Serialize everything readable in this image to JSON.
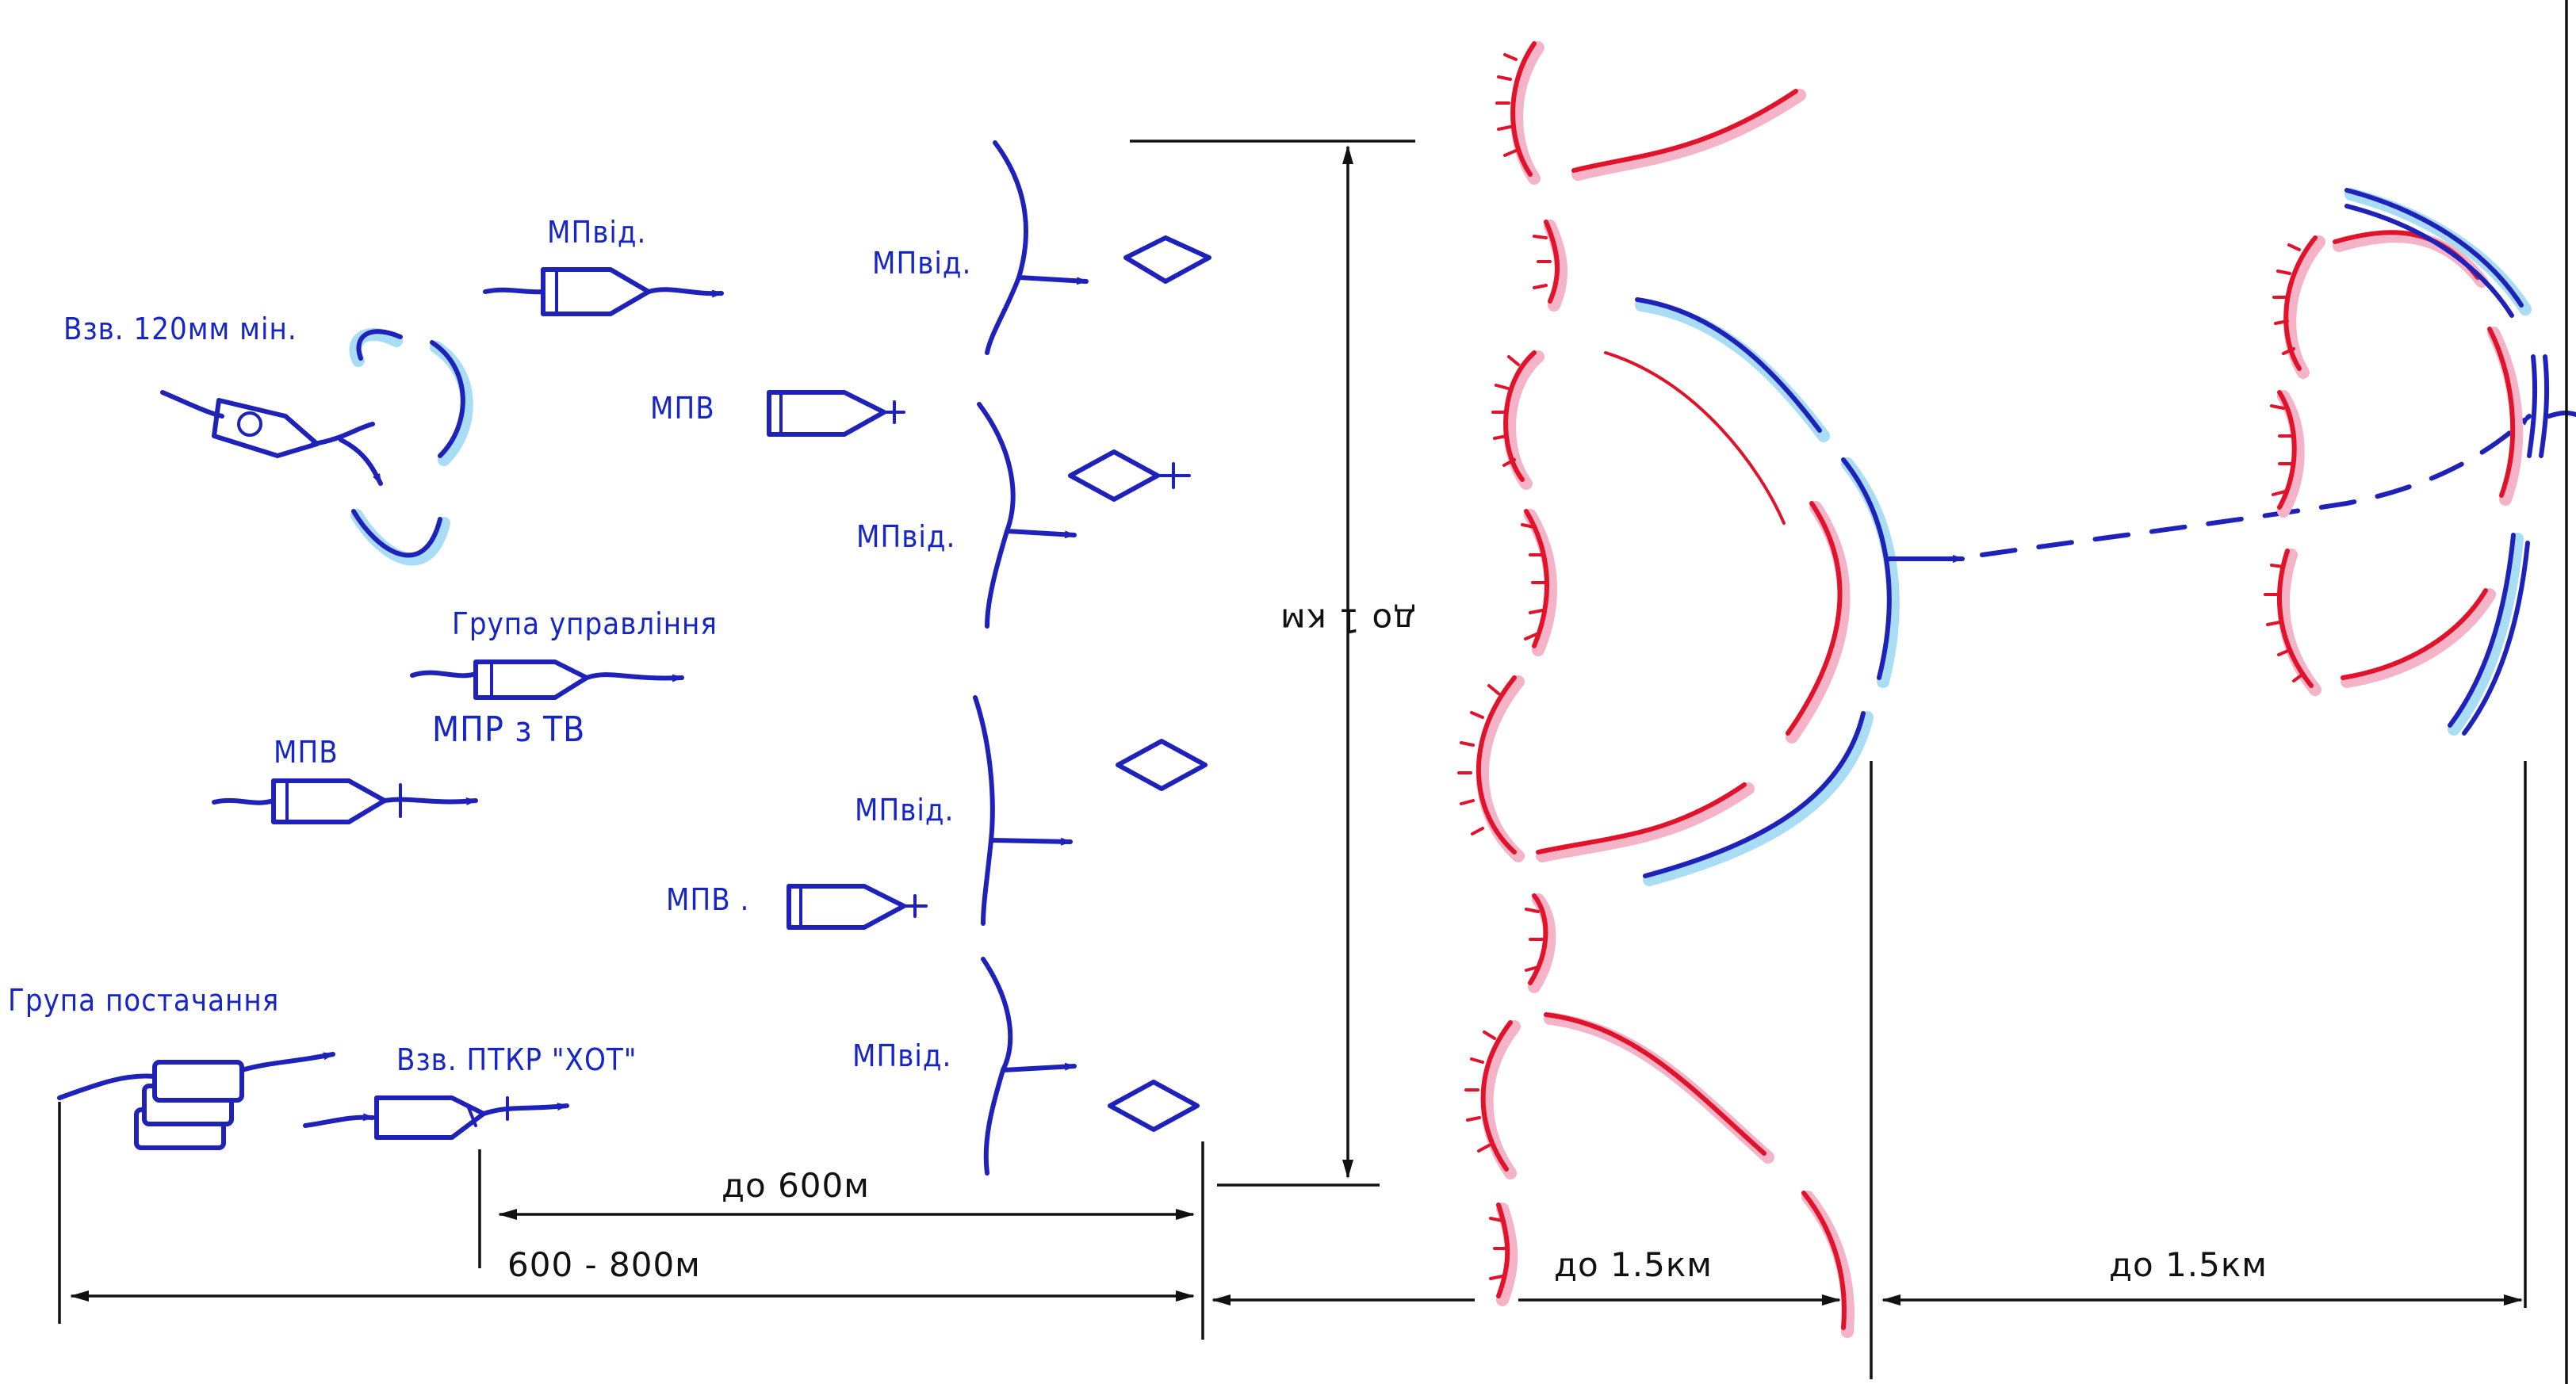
{
  "labels": {
    "mortar_platoon": "Взв. 120мм мін.",
    "mech_squad_1": "МПвід.",
    "mech_squad_2": "МПвід.",
    "mech_squad_3": "МПвід.",
    "mech_squad_4": "МПвід.",
    "mech_squad_5": "МПвід.",
    "mech_platoon_1": "МПВ",
    "mech_platoon_2": "МПВ",
    "mech_platoon_3": "МПВ .",
    "control_group": "Група управління",
    "mech_company": "МПР з ТВ",
    "supply_group": "Група постачання",
    "atgm_platoon": "Взв. ПТКР \"ХОТ\""
  },
  "dimensions": {
    "front_width": "до 1 км",
    "depth_600": "до 600м",
    "depth_600_800": "600 - 800м",
    "gap_1": "до 1.5км",
    "gap_2": "до 1.5км"
  },
  "colors": {
    "friendly": "#1e22b8",
    "enemy": "#e0132b",
    "friendly_glow": "#a9dcf5",
    "enemy_glow": "#f4b3c6"
  }
}
